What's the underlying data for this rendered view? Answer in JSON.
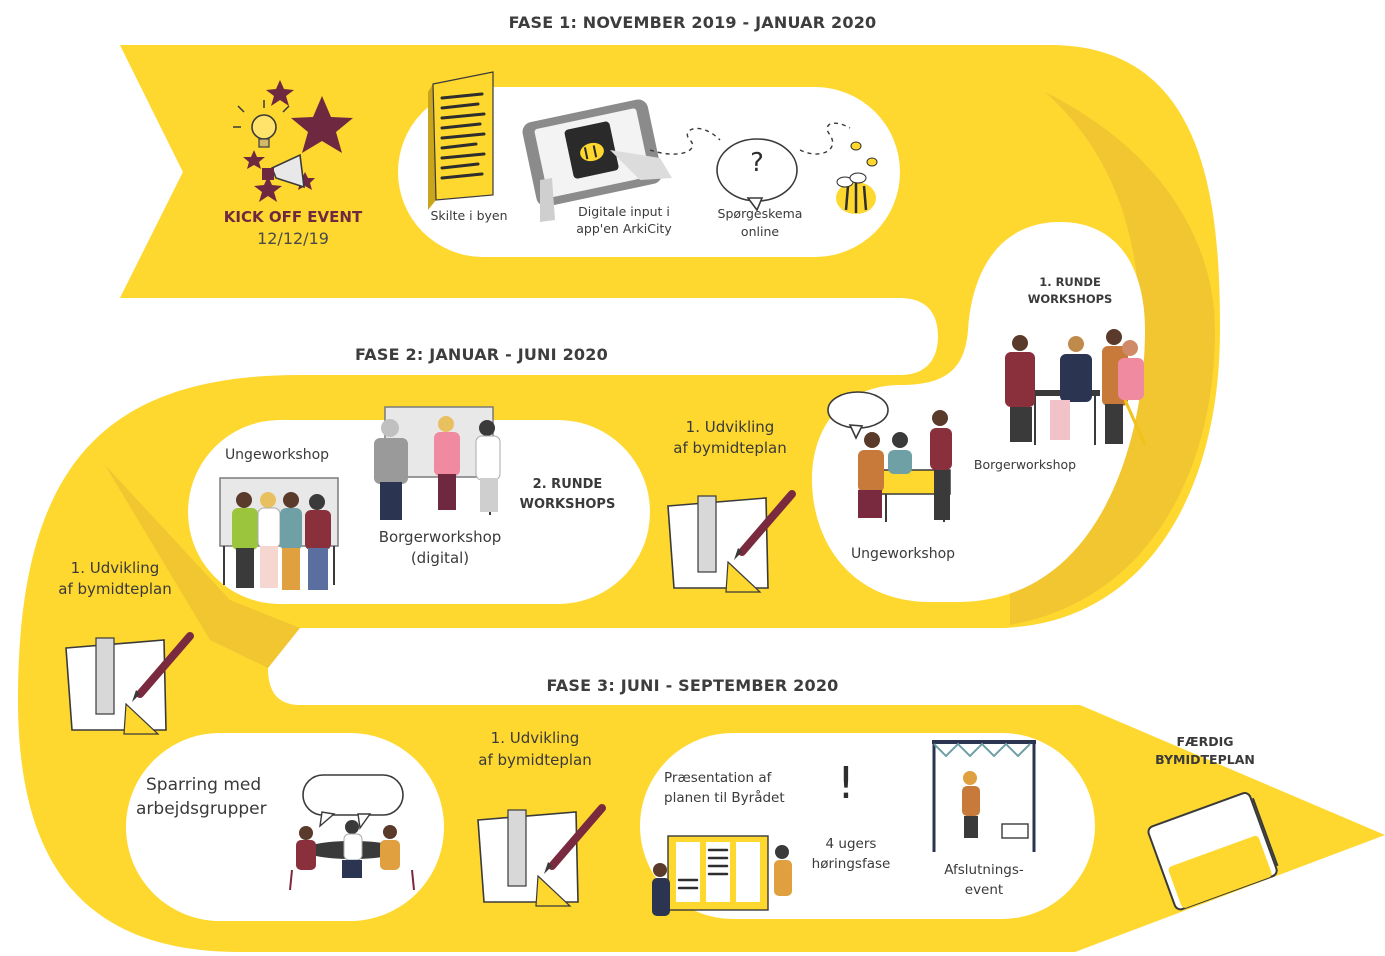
{
  "colors": {
    "yellow": "#fed72f",
    "yellow_dark": "#f1c21c",
    "maroon": "#7a2a3e",
    "ink": "#2e2e2e",
    "white": "#ffffff"
  },
  "phases": {
    "phase1": "FASE 1: NOVEMBER 2019 - JANUAR 2020",
    "phase2": "FASE 2: JANUAR - JUNI 2020",
    "phase3": "FASE 3: JUNI - SEPTEMBER 2020"
  },
  "kickoff": {
    "title": "KICK OFF EVENT",
    "date": "12/12/19"
  },
  "fase1_items": {
    "signs": "Skilte i byen",
    "digital_line1": "Digitale input i",
    "digital_line2": "app'en ArkiCity",
    "survey_line1": "Spørgeskema",
    "survey_line2": "online",
    "question_mark": "?"
  },
  "round1": {
    "title_line1": "1. RUNDE",
    "title_line2": "WORKSHOPS",
    "citizen": "Borgerworkshop",
    "youth": "Ungeworkshop"
  },
  "fase2_items": {
    "dev_line1": "1. Udvikling",
    "dev_line2": "af bymidteplan",
    "youth": "Ungeworkshop",
    "citizen_line1": "Borgerworkshop",
    "citizen_line2": "(digital)",
    "round2_line1": "2. RUNDE",
    "round2_line2": "WORKSHOPS"
  },
  "left_dev": {
    "line1": "1. Udvikling",
    "line2": "af bymidteplan"
  },
  "fase3_items": {
    "sparring_line1": "Sparring med",
    "sparring_line2": "arbejdsgrupper",
    "dev_line1": "1. Udvikling",
    "dev_line2": "af bymidteplan",
    "presentation_line1": "Præsentation af",
    "presentation_line2": "planen til Byrådet",
    "exclamation": "!",
    "hearing_line1": "4 ugers",
    "hearing_line2": "høringsfase",
    "final_event_line1": "Afslutnings-",
    "final_event_line2": "event"
  },
  "final": {
    "line1": "FÆRDIG",
    "line2": "BYMIDTEPLAN"
  },
  "icons": [
    "stars-icon",
    "lightbulb-icon",
    "megaphone-icon",
    "sign-icon",
    "tablet-icon",
    "speech-bubble-icon",
    "bee-icon",
    "ruler-pencil-icon",
    "notebook-icon",
    "people-group-icon"
  ]
}
